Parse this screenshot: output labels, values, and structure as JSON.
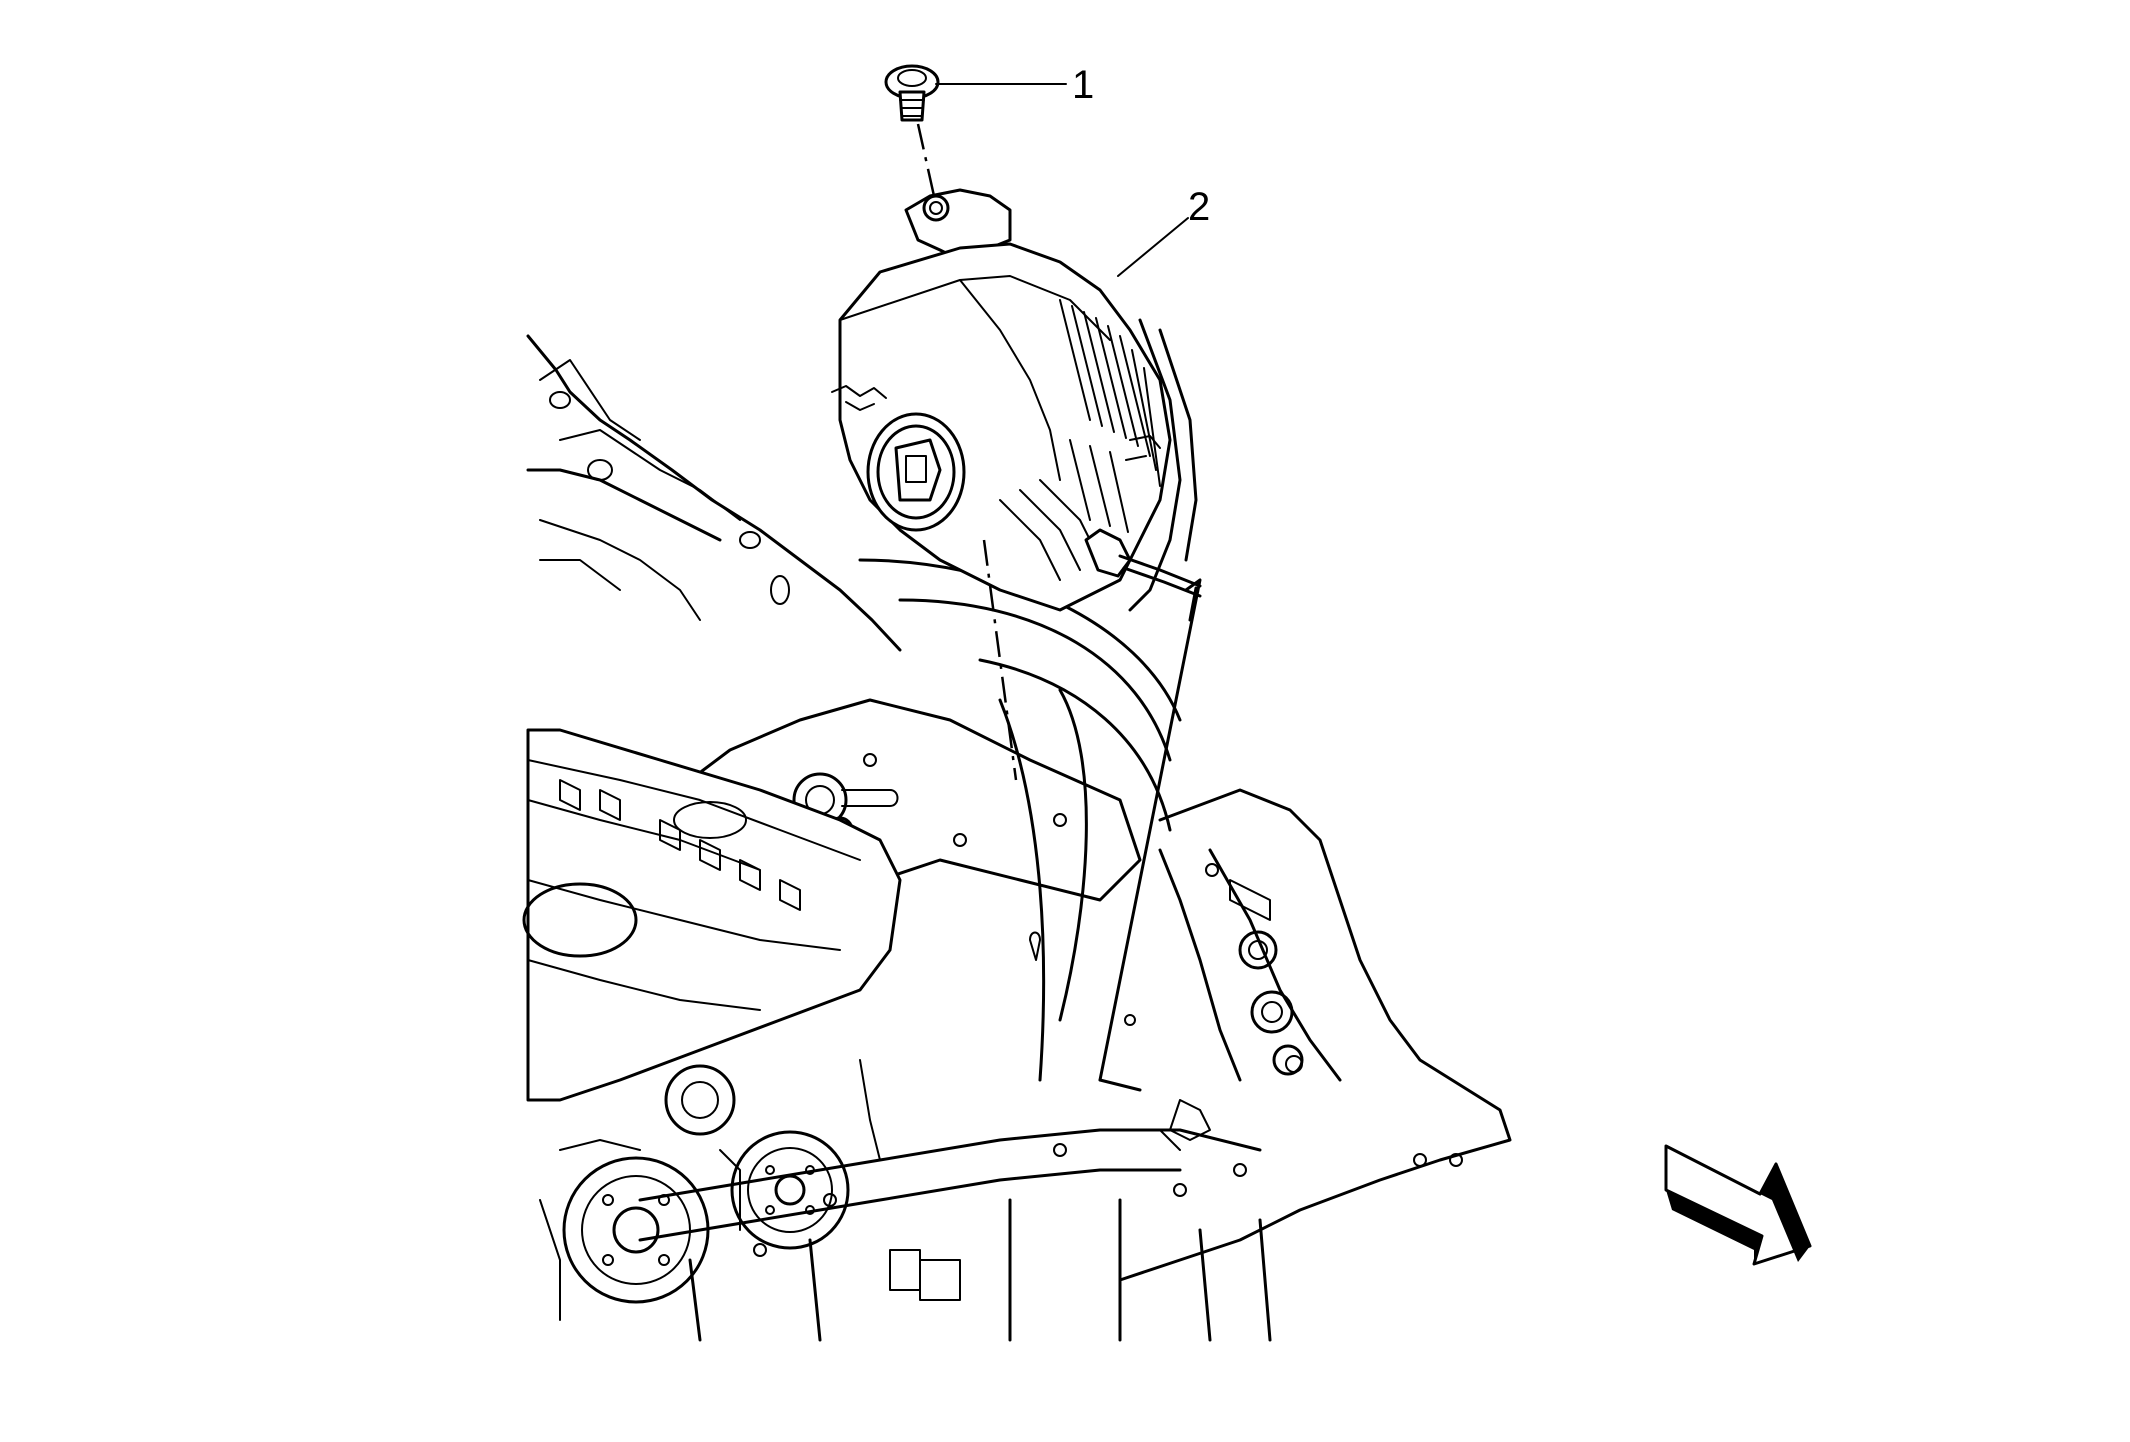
{
  "callouts": [
    {
      "id": "1",
      "label": "1"
    },
    {
      "id": "2",
      "label": "2"
    }
  ],
  "icons": {
    "view_arrow": "view-direction-arrow-icon"
  },
  "colors": {
    "line": "#000000",
    "background": "#ffffff"
  }
}
